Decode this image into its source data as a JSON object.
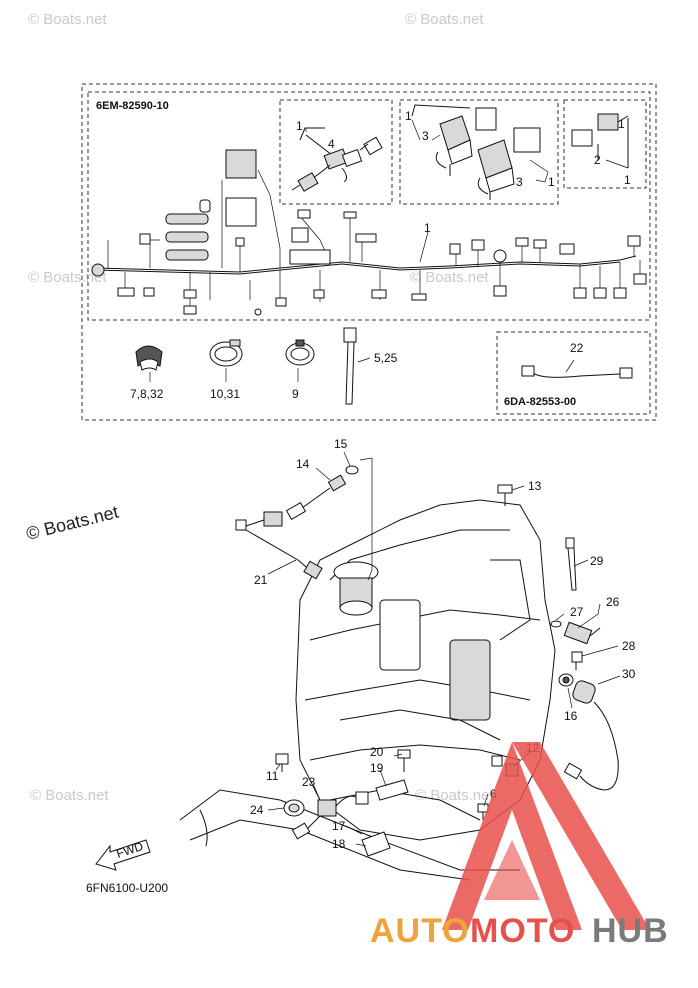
{
  "watermarks": {
    "small": "© Boats.net",
    "main": "© Boats.net"
  },
  "harness_box": {
    "code": "6EM-82590-10"
  },
  "sub_box": {
    "code": "6DA-82553-00"
  },
  "footer_code": "6FN6100-U200",
  "fwd_label": "FWD",
  "logo": {
    "part1": "AUTO",
    "part2": "MOTO",
    "part3": "HUB",
    "color_orange": "#f0a33a",
    "color_red": "#e8504a",
    "color_gray": "#7a7a7a"
  },
  "callouts": {
    "c1_left": "1",
    "c4": "4",
    "c1_top_a": "1",
    "c3_a": "3",
    "c3_b": "3",
    "c1_right_a": "1",
    "c1_far": "1",
    "c2": "2",
    "c1_far_b": "1",
    "c1_main": "1",
    "c7_8_32": "7,8,32",
    "c10_31": "10,31",
    "c9": "9",
    "c5_25": "5,25",
    "c22": "22",
    "c15": "15",
    "c14": "14",
    "c13": "13",
    "c21": "21",
    "c29": "29",
    "c26": "26",
    "c27": "27",
    "c28": "28",
    "c30": "30",
    "c16": "16",
    "c12": "12",
    "c20": "20",
    "c19": "19",
    "c11": "11",
    "c23": "23",
    "c24": "24",
    "c17": "17",
    "c6": "6",
    "c18": "18"
  }
}
